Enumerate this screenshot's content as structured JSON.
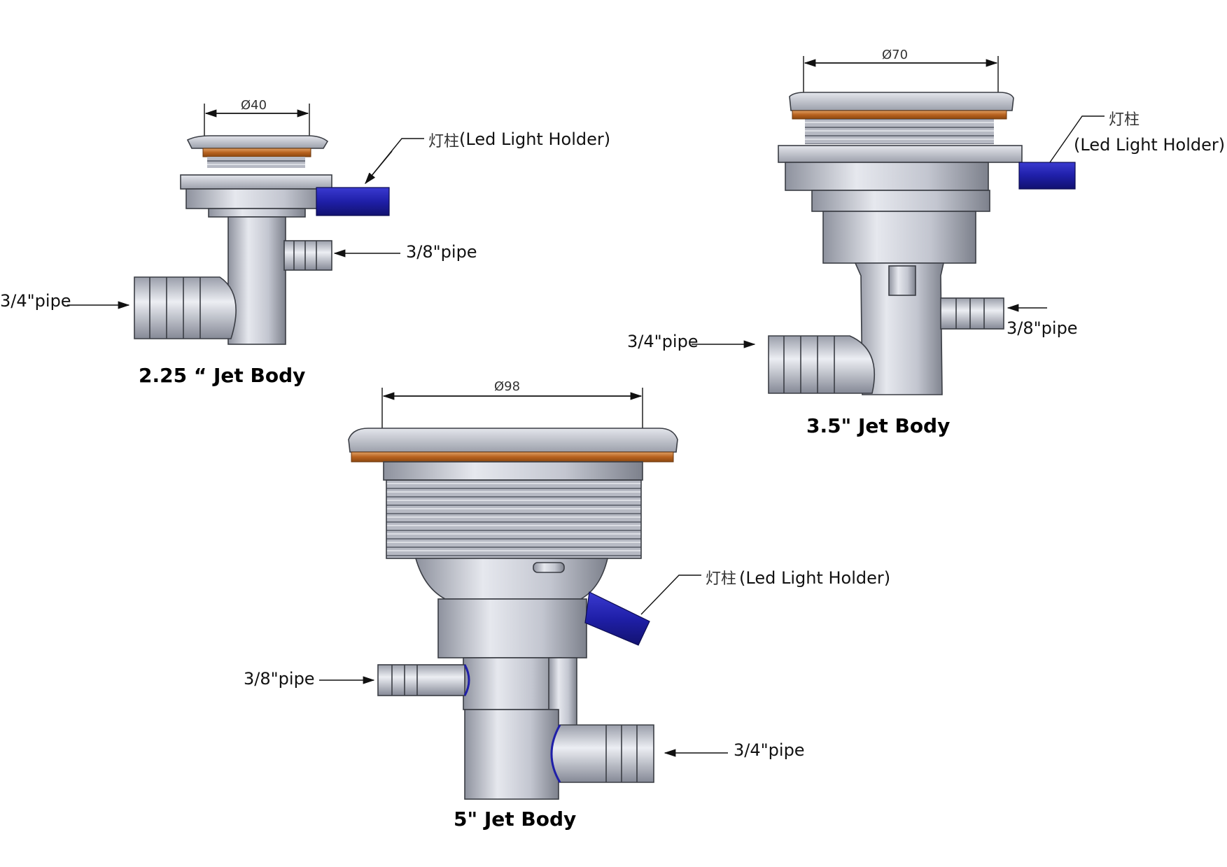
{
  "jet_2_25": {
    "title": "2.25 “ Jet Body",
    "diameter": "Ø40",
    "led_cn": "灯柱",
    "led_label": "(Led Light Holder)",
    "pipe_small": "3/8\"pipe",
    "pipe_large": "3/4\"pipe"
  },
  "jet_3_5": {
    "title": "3.5\" Jet Body",
    "diameter": "Ø70",
    "led_cn": "灯柱",
    "led_label": "(Led Light Holder)",
    "pipe_small": "3/8\"pipe",
    "pipe_large": "3/4\"pipe"
  },
  "jet_5": {
    "title": "5\" Jet Body",
    "diameter": "Ø98",
    "led_cn": "灯柱",
    "led_label": "(Led Light Holder)",
    "pipe_small": "3/8\"pipe",
    "pipe_large": "3/4\"pipe"
  },
  "colors": {
    "body_gray": "#c9ccd6",
    "gasket_orange": "#c8752f",
    "led_holder_blue": "#1f1fa8"
  }
}
